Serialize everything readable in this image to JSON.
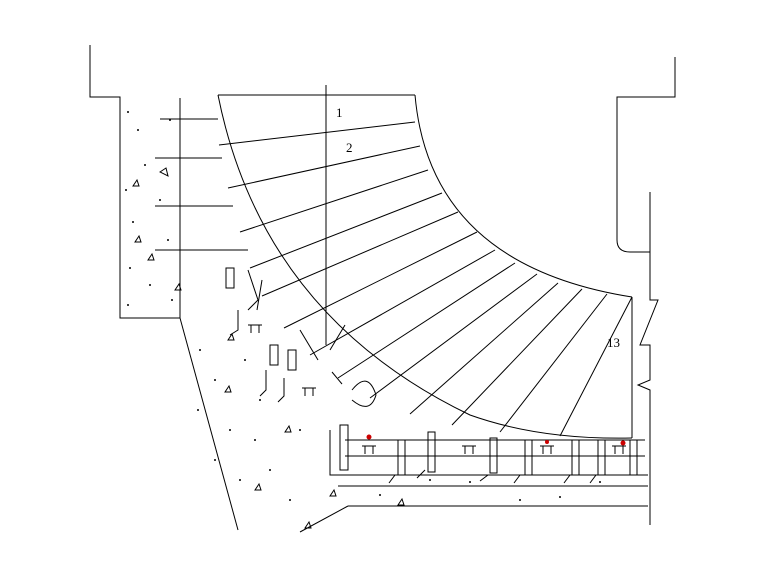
{
  "labels": {
    "segment_first": "1",
    "segment_second": "2",
    "segment_last": "13"
  },
  "colors": {
    "line": "#000000",
    "accent": "#cc0000",
    "background": "#ffffff"
  }
}
